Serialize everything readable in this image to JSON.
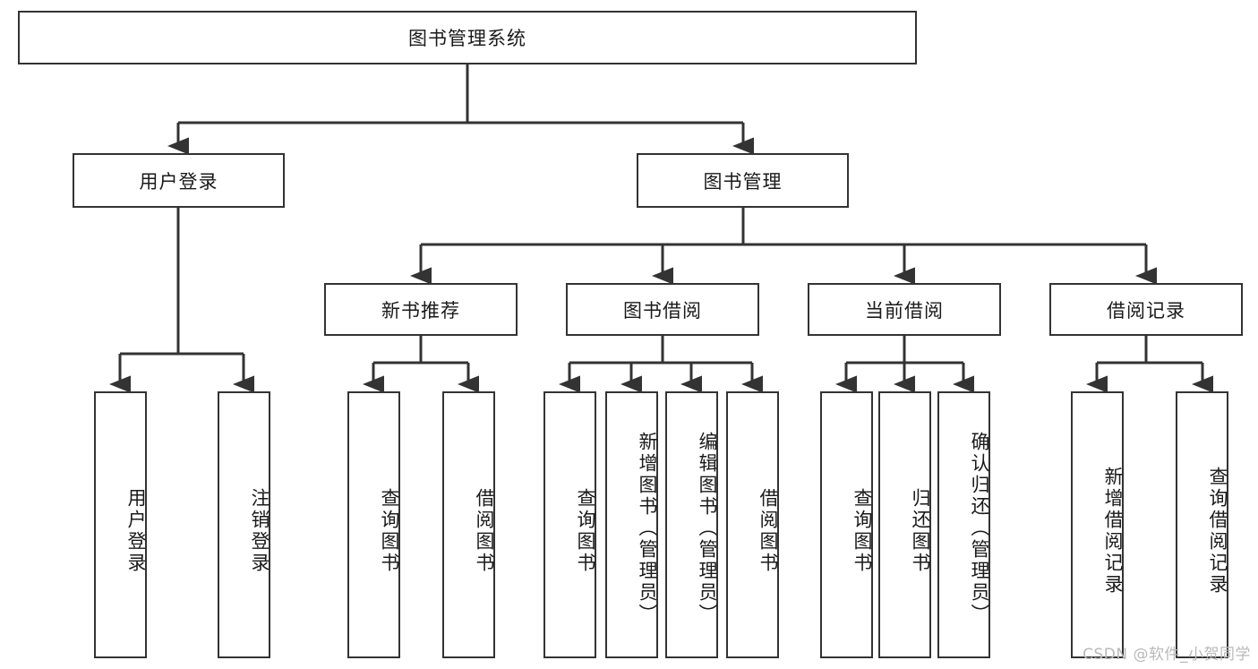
{
  "diagram": {
    "type": "tree",
    "title_node": {
      "label": "图书管理系统"
    },
    "level2": [
      {
        "id": "user-login",
        "label": "用户登录"
      },
      {
        "id": "book-management",
        "label": "图书管理"
      }
    ],
    "level3": [
      {
        "id": "new-book-recommend",
        "label": "新书推荐"
      },
      {
        "id": "book-borrow",
        "label": "图书借阅"
      },
      {
        "id": "current-borrow",
        "label": "当前借阅"
      },
      {
        "id": "borrow-record",
        "label": "借阅记录"
      }
    ],
    "leaves": [
      {
        "id": "leaf-user-login",
        "label": "用户登录"
      },
      {
        "id": "leaf-logout-login",
        "label": "注销登录"
      },
      {
        "id": "leaf-query-book-1",
        "label": "查询图书"
      },
      {
        "id": "leaf-borrow-book-1",
        "label": "借阅图书"
      },
      {
        "id": "leaf-query-book-2",
        "label": "查询图书"
      },
      {
        "id": "leaf-add-book-admin",
        "label": "新增图书（管理员）"
      },
      {
        "id": "leaf-edit-book-admin",
        "label": "编辑图书（管理员）"
      },
      {
        "id": "leaf-borrow-book-2",
        "label": "借阅图书"
      },
      {
        "id": "leaf-query-book-3",
        "label": "查询图书"
      },
      {
        "id": "leaf-return-book",
        "label": "归还图书"
      },
      {
        "id": "leaf-confirm-return-admin",
        "label": "确认归还（管理员）"
      },
      {
        "id": "leaf-add-borrow-record",
        "label": "新增借阅记录"
      },
      {
        "id": "leaf-query-borrow-record",
        "label": "查询借阅记录"
      }
    ],
    "watermark": "CSDN @软件_小贺同学",
    "colors": {
      "border": "#333333",
      "background": "#ffffff",
      "text": "#1a1a1a",
      "watermark": "#b9b9b9"
    }
  }
}
